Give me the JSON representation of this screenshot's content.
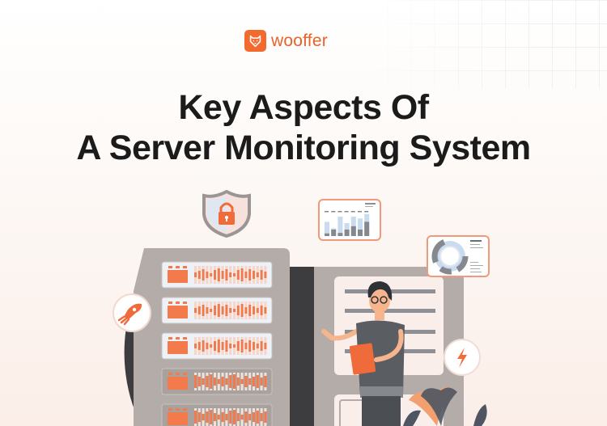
{
  "brand": {
    "name": "wooffer",
    "logo_icon": "fox-head-icon",
    "color": "#f26a2e"
  },
  "headline": {
    "line1": "Key Aspects Of",
    "line2": "A Server Monitoring System"
  },
  "illustration": {
    "icons": [
      "shield-lock-icon",
      "bar-chart-card-icon",
      "donut-chart-card-icon",
      "rocket-icon",
      "lightning-icon"
    ],
    "server_units": 5,
    "colors": {
      "accent": "#f37a4a",
      "rack": "#b4aca8",
      "rack_dark": "#3d3d40",
      "panel_light": "#eef2f7",
      "person_shirt": "#5a5d62",
      "bar_light": "#c9dbee",
      "bar_dark": "#85888d"
    }
  }
}
